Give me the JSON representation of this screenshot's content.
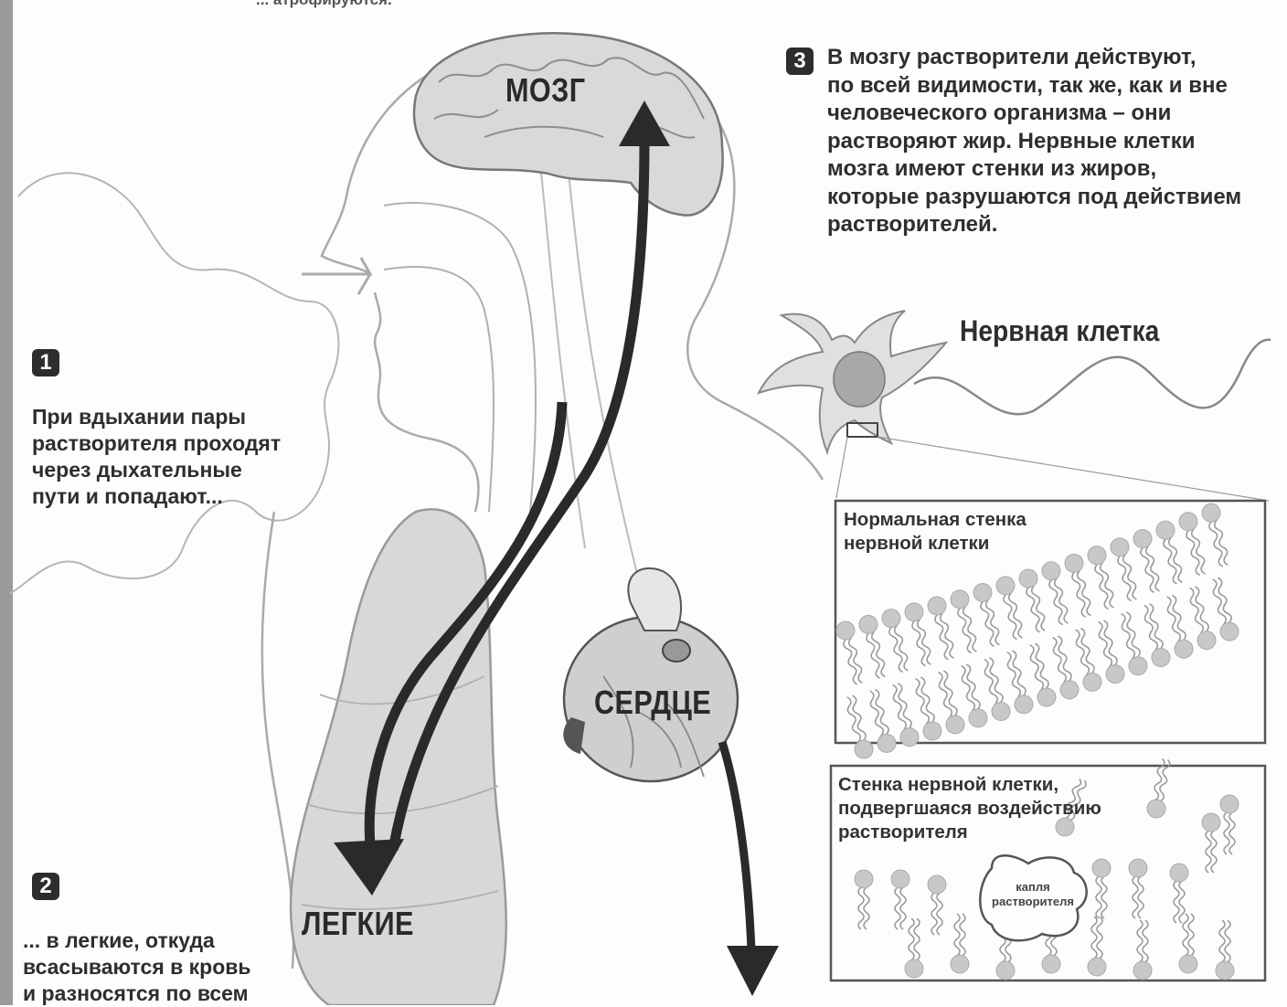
{
  "top_note": "... атрофируются.",
  "labels": {
    "brain": "МОЗГ",
    "lungs": "ЛЕГКИЕ",
    "heart": "СЕРДЦЕ",
    "nerve_cell": "Нервная клетка"
  },
  "steps": [
    {
      "badge": "1",
      "lines": [
        "При вдыхании пары",
        "растворителя проходят",
        "через дыхательные",
        "пути и попадают..."
      ]
    },
    {
      "badge": "2",
      "lines": [
        "... в легкие, откуда",
        "всасываются в кровь",
        "и разносятся по всем"
      ]
    },
    {
      "badge": "3",
      "lines": [
        "В мозгу растворители действуют,",
        "по всей видимости, так же, как и вне",
        "человеческого организма – они",
        "растворяют жир. Нервные клетки",
        "мозга имеют стенки из жиров,",
        "которые разрушаются под действием",
        "растворителей."
      ]
    }
  ],
  "panels": {
    "normal": {
      "caption_lines": [
        "Нормальная стенка",
        "нервной клетки"
      ]
    },
    "affected": {
      "caption_lines": [
        "Стенка нервной клетки,",
        "подвергшаяся воздействию",
        "растворителя"
      ],
      "droplet_lines": [
        "капля",
        "растворителя"
      ]
    }
  },
  "colors": {
    "organ_fill": "#d9d9d9",
    "organ_stroke": "#777777",
    "arrow": "#2a2a2a",
    "lipid_head": "#c8c8c8",
    "ink": "#2e2e2e"
  }
}
